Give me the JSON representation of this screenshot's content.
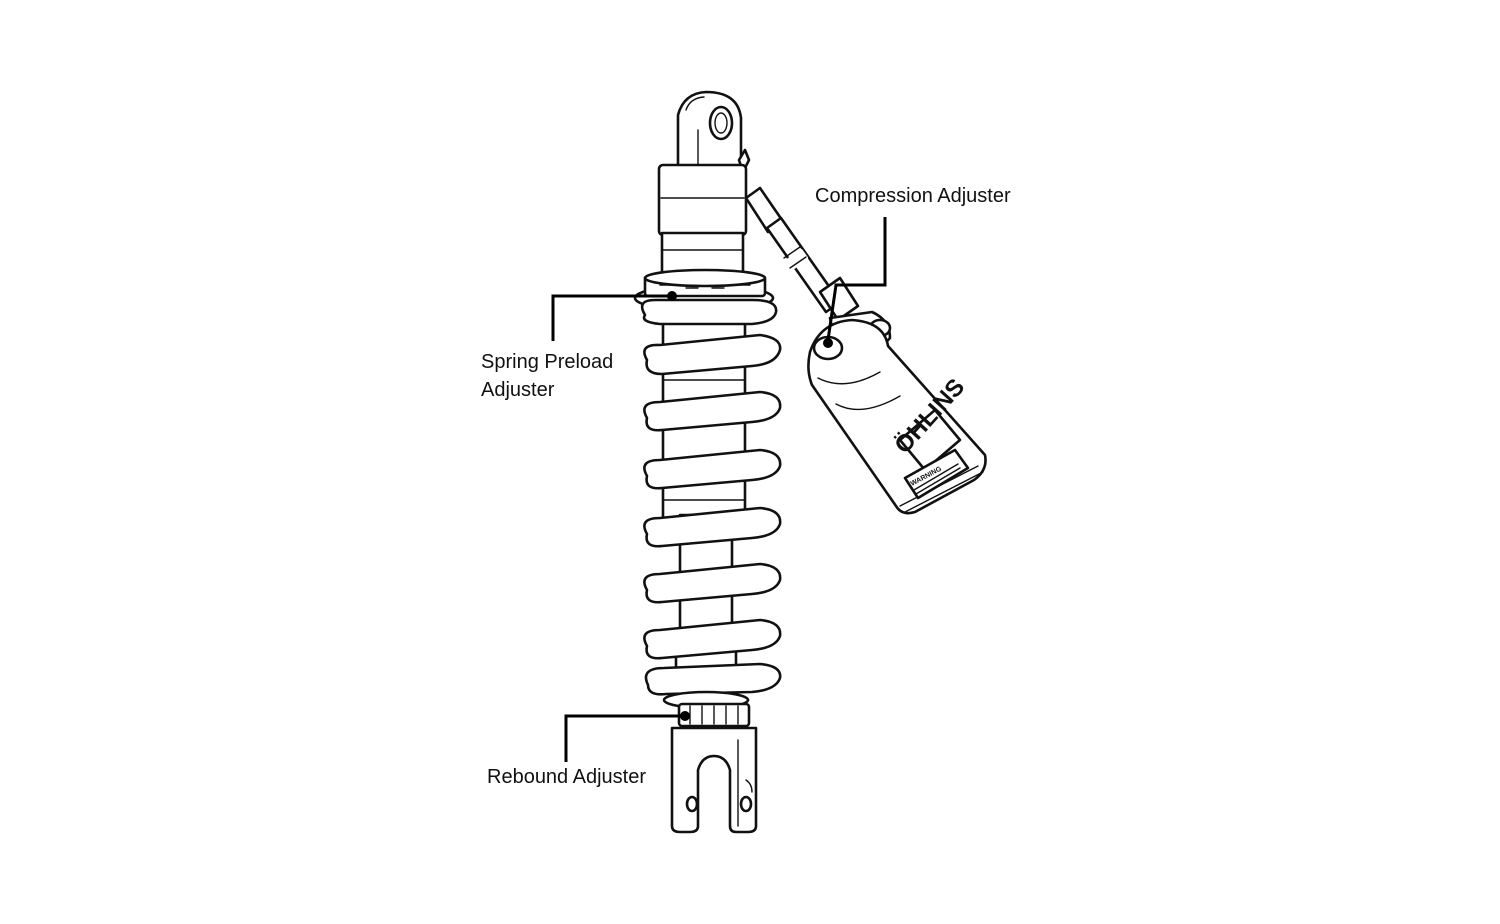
{
  "labels": {
    "compression": "Compression Adjuster",
    "preload_line1": "Spring Preload",
    "preload_line2": "Adjuster",
    "rebound": "Rebound Adjuster"
  },
  "brand": {
    "logo_text": "ÖHLINS",
    "warning_text": "WARNING"
  },
  "colors": {
    "stroke": "#111111",
    "fill": "#ffffff"
  }
}
